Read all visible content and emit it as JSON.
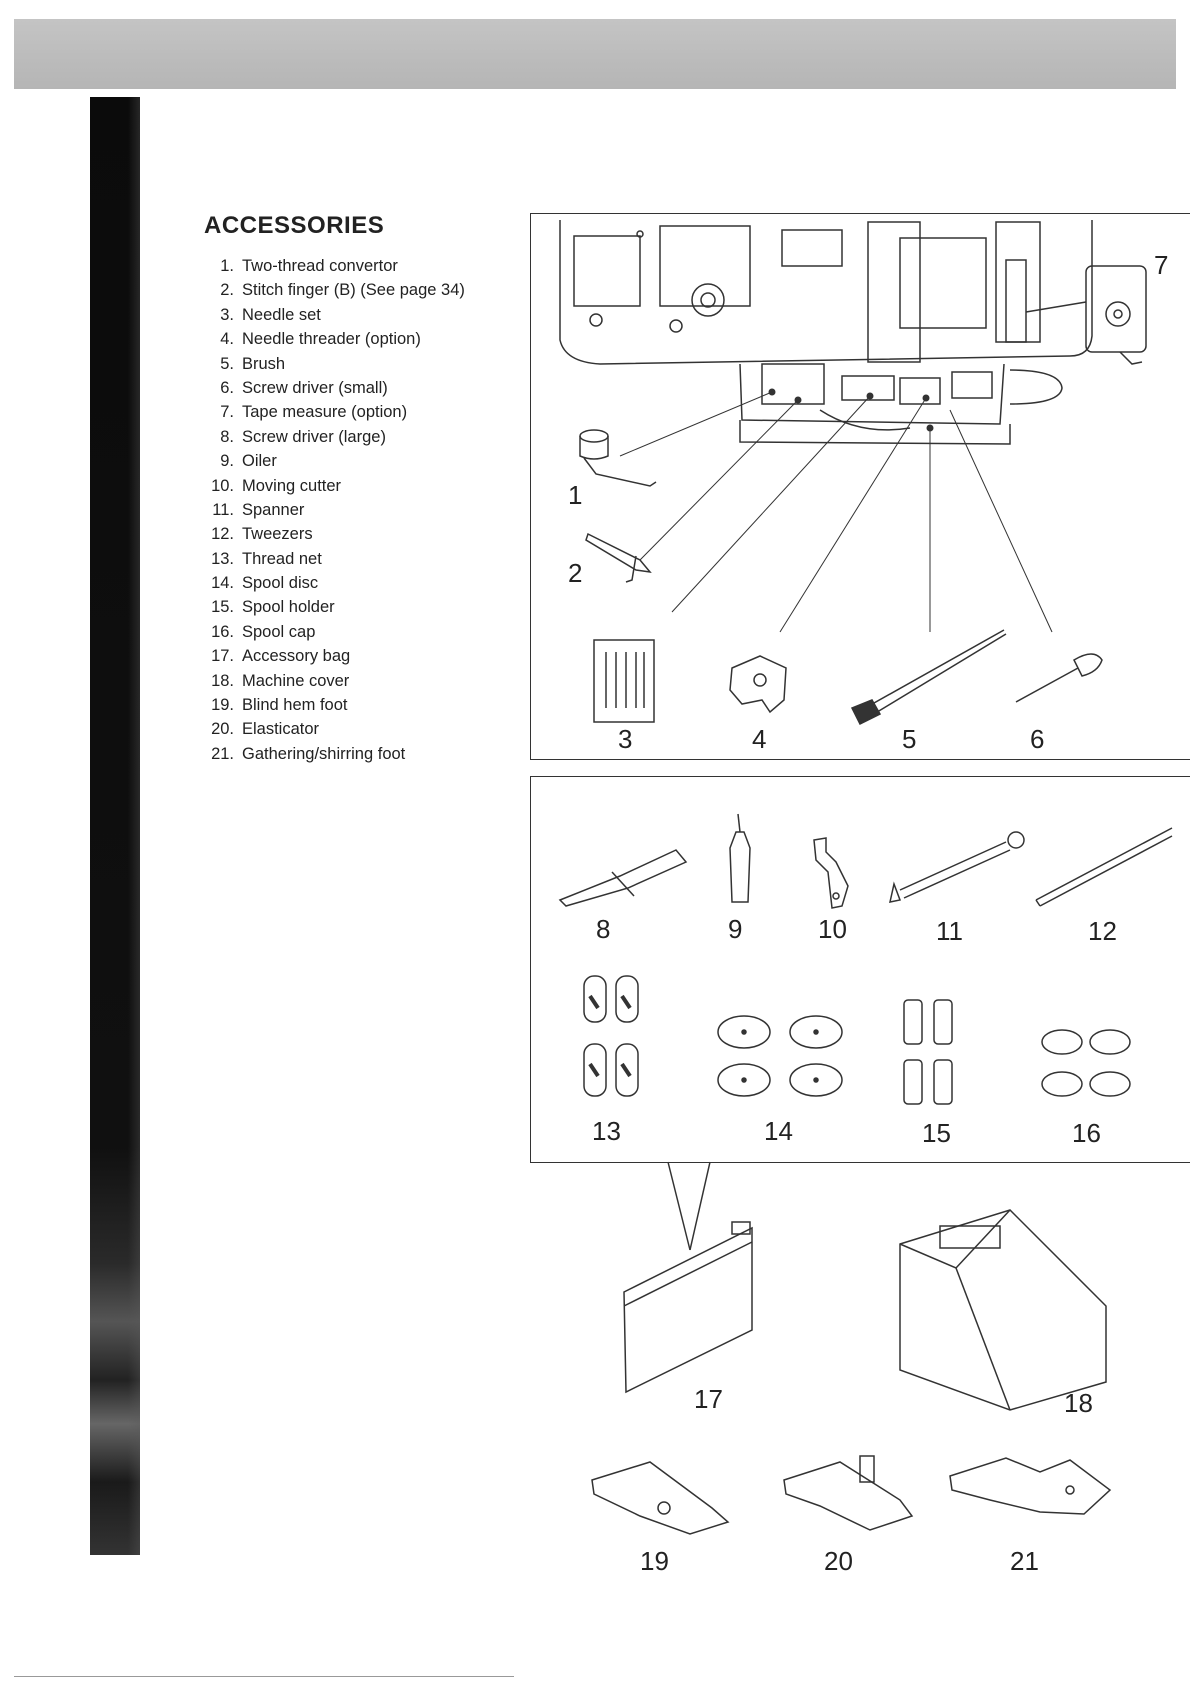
{
  "section_title": "ACCESSORIES",
  "items": [
    {
      "num": "1.",
      "label": "Two-thread convertor"
    },
    {
      "num": "2.",
      "label": "Stitch finger (B) (See page 34)"
    },
    {
      "num": "3.",
      "label": "Needle set"
    },
    {
      "num": "4.",
      "label": "Needle threader (option)"
    },
    {
      "num": "5.",
      "label": "Brush"
    },
    {
      "num": "6.",
      "label": "Screw driver (small)"
    },
    {
      "num": "7.",
      "label": "Tape measure (option)"
    },
    {
      "num": "8.",
      "label": "Screw driver (large)"
    },
    {
      "num": "9.",
      "label": "Oiler"
    },
    {
      "num": "10.",
      "label": "Moving cutter"
    },
    {
      "num": "11.",
      "label": "Spanner"
    },
    {
      "num": "12.",
      "label": "Tweezers"
    },
    {
      "num": "13.",
      "label": "Thread net"
    },
    {
      "num": "14.",
      "label": "Spool disc"
    },
    {
      "num": "15.",
      "label": "Spool holder"
    },
    {
      "num": "16.",
      "label": "Spool cap"
    },
    {
      "num": "17.",
      "label": "Accessory bag"
    },
    {
      "num": "18.",
      "label": "Machine cover"
    },
    {
      "num": "19.",
      "label": "Blind hem foot"
    },
    {
      "num": "20.",
      "label": "Elasticator"
    },
    {
      "num": "21.",
      "label": "Gathering/shirring foot"
    }
  ],
  "callouts": [
    "1",
    "2",
    "3",
    "4",
    "5",
    "6",
    "7",
    "8",
    "9",
    "10",
    "11",
    "12",
    "13",
    "14",
    "15",
    "16",
    "17",
    "18",
    "19",
    "20",
    "21"
  ]
}
